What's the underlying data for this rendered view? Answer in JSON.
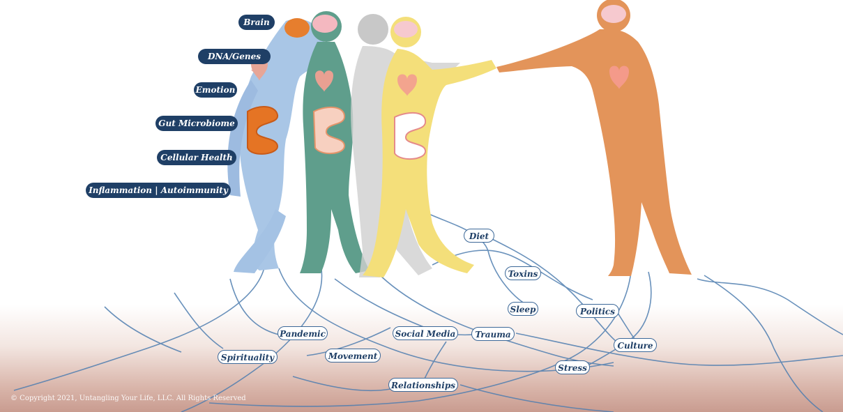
{
  "body_labels": {
    "brain": "Brain",
    "dna": "DNA/Genes",
    "emotion": "Emotion",
    "gut": "Gut Microbiome",
    "cellular": "Cellular Health",
    "inflammation": "Inflammation | Autoimmunity"
  },
  "root_labels": {
    "diet": "Diet",
    "toxins": "Toxins",
    "sleep": "Sleep",
    "politics": "Politics",
    "pandemic": "Pandemic",
    "social_media": "Social Media",
    "trauma": "Trauma",
    "culture": "Culture",
    "spirituality": "Spirituality",
    "movement": "Movement",
    "stress": "Stress",
    "relationships": "Relationships"
  },
  "copyright": "© Copyright 2021, Untangling Your Life, LLC. All Rights Reserved",
  "colors": {
    "figure_blue": "#a9c6e6",
    "figure_green": "#5f9e8c",
    "figure_gray": "#c6c6c6",
    "figure_yellow": "#f4df7a",
    "figure_orange": "#e3945a",
    "label_dark": "#1f3f66",
    "root_line": "#4f7eb0"
  }
}
